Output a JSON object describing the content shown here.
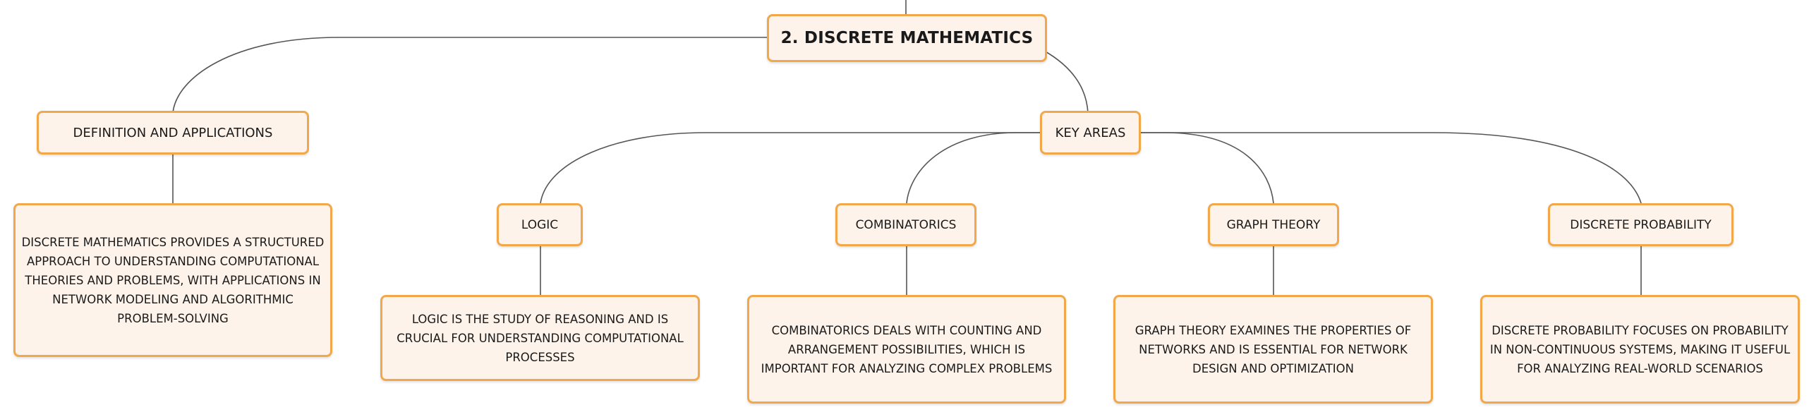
{
  "diagram": {
    "root": {
      "label": "2. DISCRETE MATHEMATICS"
    },
    "definition": {
      "label": "DEFINITION AND APPLICATIONS",
      "description": "DISCRETE MATHEMATICS PROVIDES A STRUCTURED APPROACH TO UNDERSTANDING COMPUTATIONAL THEORIES AND PROBLEMS, WITH APPLICATIONS IN NETWORK MODELING AND ALGORITHMIC PROBLEM-SOLVING"
    },
    "key_areas": {
      "label": "KEY AREAS",
      "items": [
        {
          "label": "LOGIC",
          "description": "LOGIC IS THE STUDY OF REASONING AND IS CRUCIAL FOR UNDERSTANDING COMPUTATIONAL PROCESSES"
        },
        {
          "label": "COMBINATORICS",
          "description": "COMBINATORICS DEALS WITH COUNTING AND ARRANGEMENT POSSIBILITIES, WHICH IS IMPORTANT FOR ANALYZING COMPLEX PROBLEMS"
        },
        {
          "label": "GRAPH THEORY",
          "description": "GRAPH THEORY EXAMINES THE PROPERTIES OF NETWORKS AND IS ESSENTIAL FOR NETWORK DESIGN AND OPTIMIZATION"
        },
        {
          "label": "DISCRETE PROBABILITY",
          "description": "DISCRETE PROBABILITY FOCUSES ON PROBABILITY IN NON-CONTINUOUS SYSTEMS, MAKING IT USEFUL FOR ANALYZING REAL-WORLD SCENARIOS"
        }
      ]
    },
    "colors": {
      "node_border": "#f2a84a",
      "node_fill": "#fdf3ea",
      "connector": "#555555",
      "text": "#1a1a1a"
    }
  }
}
